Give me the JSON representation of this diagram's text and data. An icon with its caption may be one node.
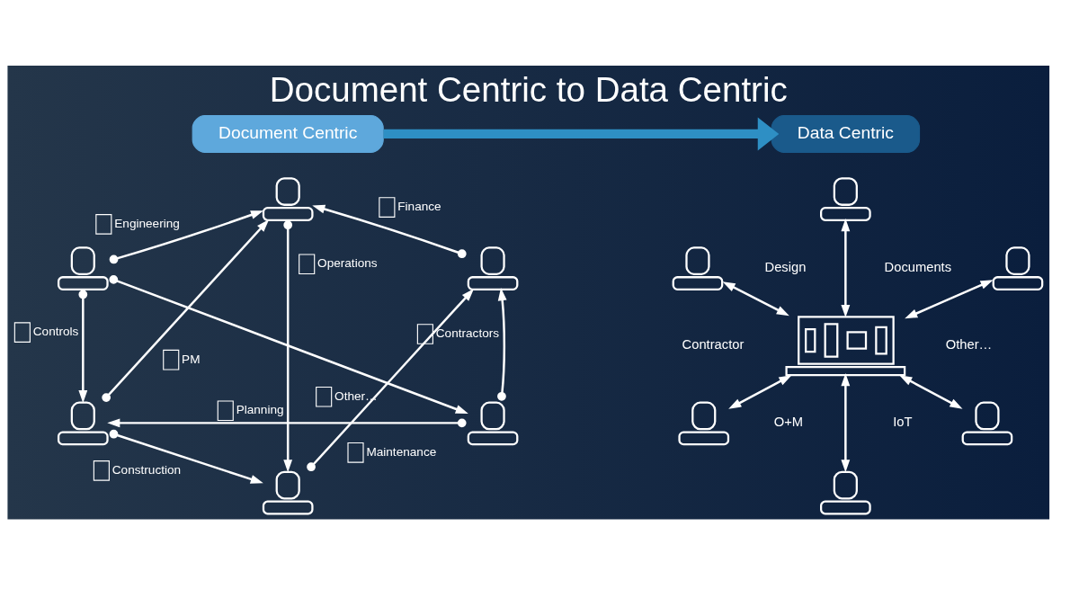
{
  "diagram": {
    "title": "Document Centric to Data Centric",
    "nodes": [
      {
        "text": [
          "Document Centric"
        ]
      },
      {
        "text": [
          "Data Centric"
        ]
      },
      {
        "text": [],
        "shape": "person"
      },
      {
        "text": [],
        "shape": "person"
      },
      {
        "text": [],
        "shape": "person"
      },
      {
        "text": [],
        "shape": "person"
      },
      {
        "text": [],
        "shape": "person"
      },
      {
        "text": [],
        "shape": "person"
      },
      {
        "text": [],
        "shape": "person"
      },
      {
        "text": [],
        "shape": "person"
      },
      {
        "text": [],
        "shape": "person"
      },
      {
        "text": [],
        "shape": "picture"
      },
      {
        "text": [],
        "shape": "person"
      },
      {
        "text": [],
        "shape": "person"
      },
      {
        "text": [],
        "shape": "person"
      }
    ],
    "edges": [
      {
        "from": 3,
        "to": 2,
        "arrow": "to",
        "label": "Engineering"
      },
      {
        "from": 4,
        "to": 2,
        "arrow": "to",
        "label": "Finance"
      },
      {
        "from": 2,
        "to": 7,
        "arrow": "to",
        "label": "Operations"
      },
      {
        "from": 3,
        "to": 5,
        "arrow": "to",
        "label": "Controls"
      },
      {
        "from": 5,
        "to": 2,
        "arrow": "to",
        "label": "PM"
      },
      {
        "from": 6,
        "to": 4,
        "arrow": "to",
        "label": "Contractors"
      },
      {
        "from": 3,
        "to": 6,
        "arrow": "to",
        "label": "Other…"
      },
      {
        "from": 6,
        "to": 5,
        "arrow": "to",
        "label": "Planning"
      },
      {
        "from": 7,
        "to": 4,
        "arrow": "to",
        "label": "Maintenance"
      },
      {
        "from": 5,
        "to": 7,
        "arrow": "to",
        "label": "Construction"
      },
      {
        "from": 0,
        "to": 1,
        "arrow": "to",
        "style": "thick",
        "color": "#2e8fc4"
      },
      {
        "from": 8,
        "to": 11,
        "arrow": "both"
      },
      {
        "from": 9,
        "to": 11,
        "arrow": "both"
      },
      {
        "from": 10,
        "to": 11,
        "arrow": "both"
      },
      {
        "from": 11,
        "to": 12,
        "arrow": "both"
      },
      {
        "from": 11,
        "to": 13,
        "arrow": "both"
      },
      {
        "from": 11,
        "to": 14,
        "arrow": "both"
      }
    ],
    "labels": [
      "Design",
      "Documents",
      "Contractor",
      "Other…",
      "O+M",
      "IoT"
    ]
  }
}
